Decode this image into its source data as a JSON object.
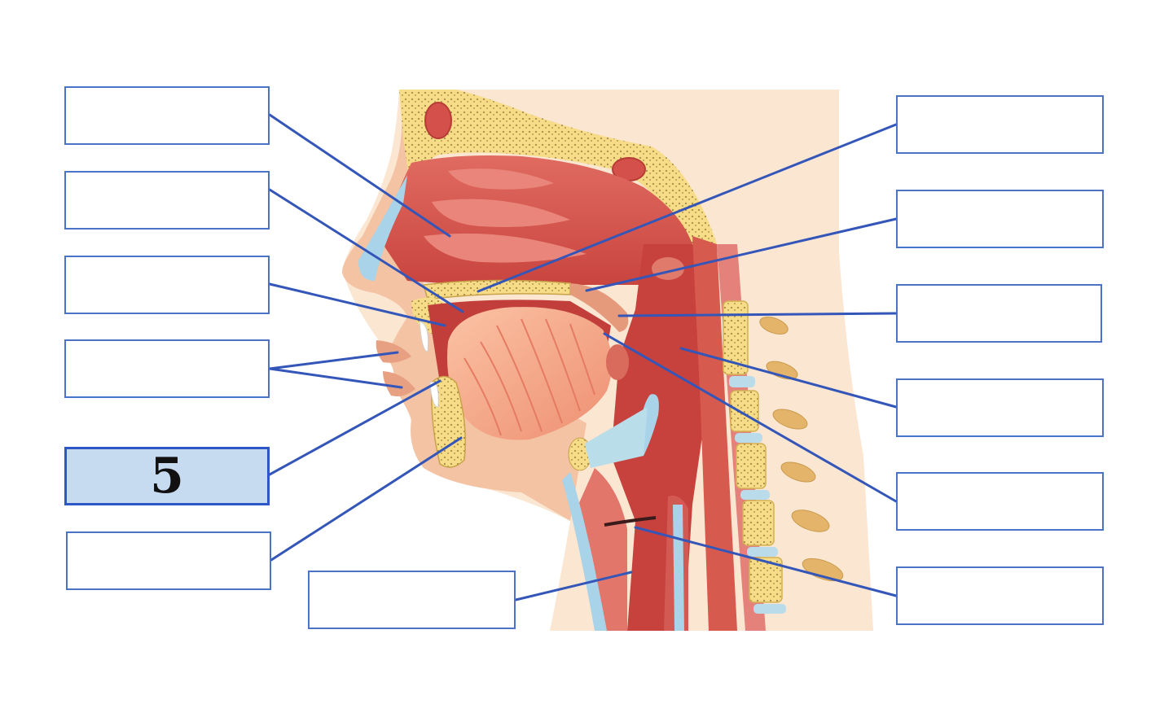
{
  "diagram": {
    "colors": {
      "leader_line": "#3456b8",
      "box_border": "#4a72c9",
      "filled_box_bg": "#c6daf0",
      "background_skin": "#fbe3cc",
      "tissue": "#d9574f",
      "bone": "#f4dc8a",
      "cartilage": "#b9dbea"
    },
    "labels": [
      {
        "id": "L1",
        "text": ""
      },
      {
        "id": "L2",
        "text": ""
      },
      {
        "id": "L3",
        "text": ""
      },
      {
        "id": "L4",
        "text": ""
      },
      {
        "id": "L5",
        "text": "5",
        "filled": true
      },
      {
        "id": "L6",
        "text": ""
      },
      {
        "id": "L7",
        "text": ""
      },
      {
        "id": "R1",
        "text": ""
      },
      {
        "id": "R2",
        "text": ""
      },
      {
        "id": "R3",
        "text": ""
      },
      {
        "id": "R4",
        "text": ""
      },
      {
        "id": "R5",
        "text": ""
      },
      {
        "id": "R6",
        "text": ""
      }
    ]
  }
}
